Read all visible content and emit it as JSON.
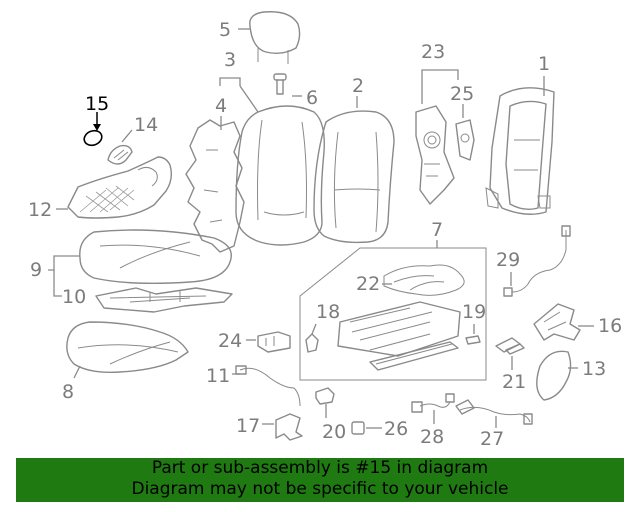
{
  "labels": {
    "l1": "1",
    "l2": "2",
    "l3": "3",
    "l4": "4",
    "l5": "5",
    "l6": "6",
    "l7": "7",
    "l8": "8",
    "l9": "9",
    "l10": "10",
    "l11": "11",
    "l12": "12",
    "l13": "13",
    "l14": "14",
    "l15": "15",
    "l16": "16",
    "l17": "17",
    "l18": "18",
    "l19": "19",
    "l20": "20",
    "l21": "21",
    "l22": "22",
    "l23": "23",
    "l24": "24",
    "l25": "25",
    "l26": "26",
    "l27": "27",
    "l28": "28",
    "l29": "29"
  },
  "highlight_color": "#000000",
  "part_color": "#8a8a8a",
  "banner": {
    "color": "#1f7a12",
    "line1": "Part or sub-assembly is #15 in diagram",
    "line2": "Diagram may not be specific to your vehicle"
  }
}
